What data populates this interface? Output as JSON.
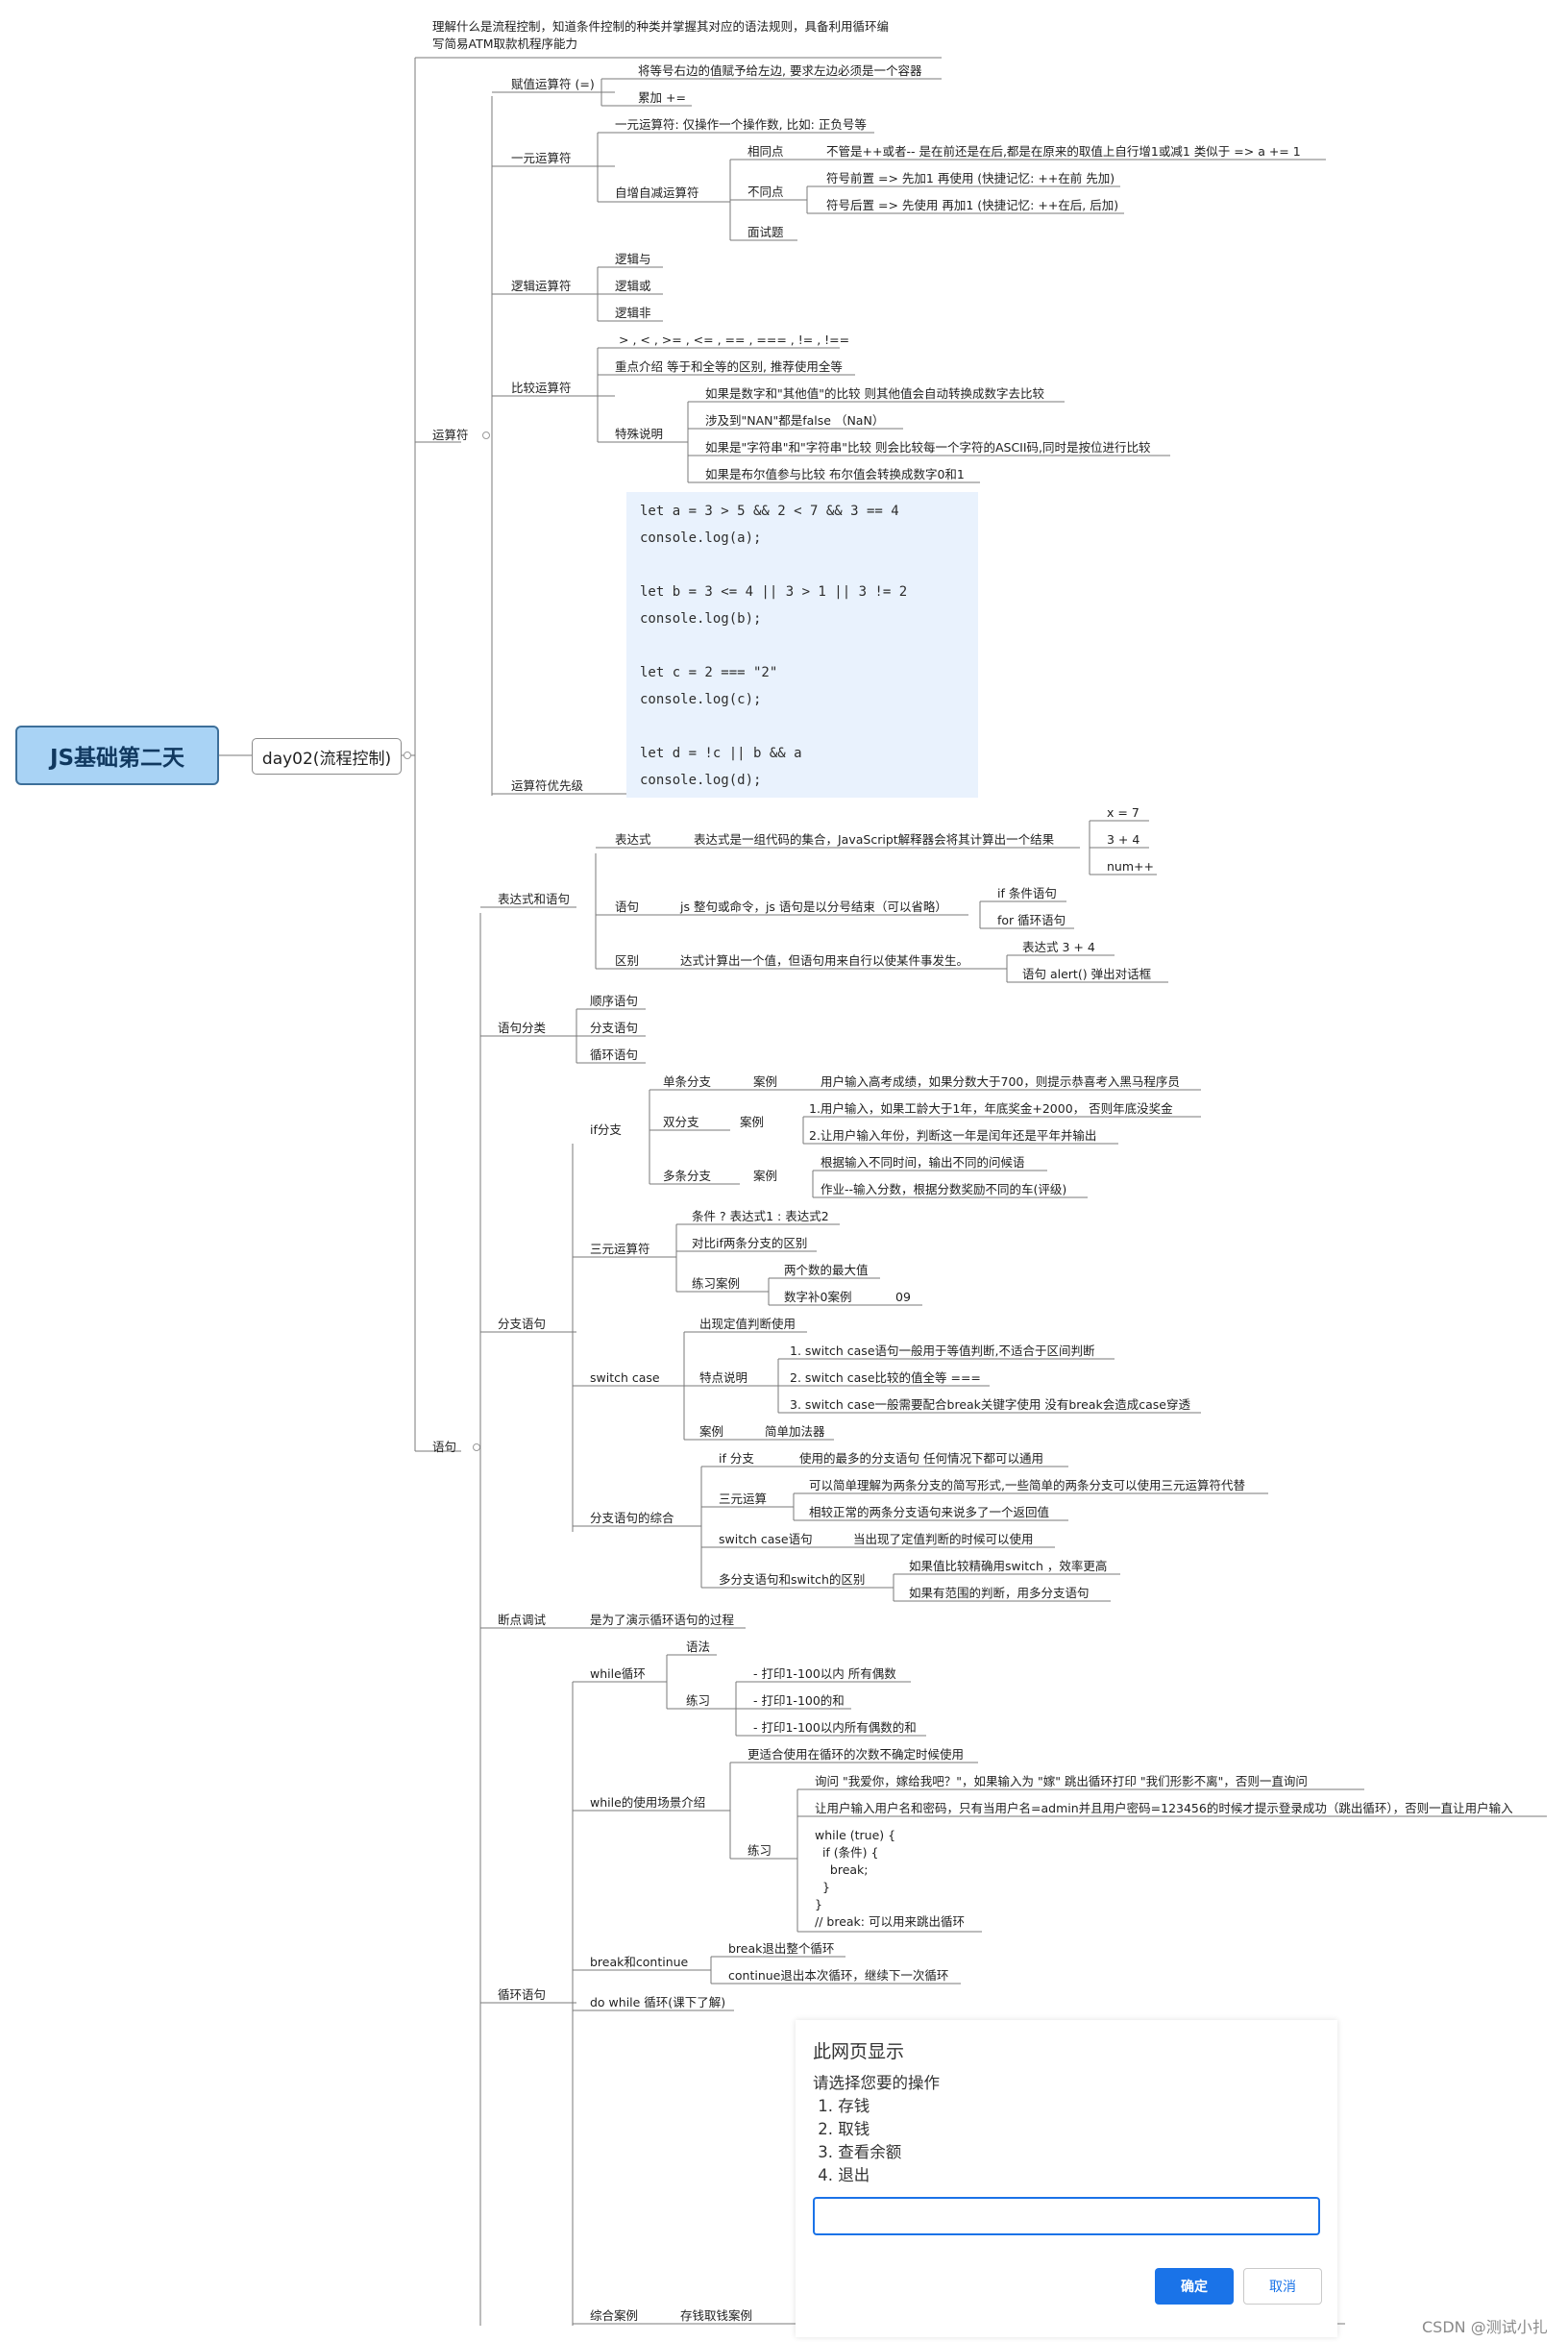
{
  "root_title": "JS基础第二天",
  "day_node": "day02(流程控制)",
  "goal": [
    "理解什么是流程控制，知道条件控制的种类并掌握其对应的语法规则，具备利用循环编",
    "写简易ATM取款机程序能力"
  ],
  "operators": {
    "label": "运算符",
    "assign": {
      "label": "赋值运算符 (=)",
      "items": [
        "将等号右边的值赋予给左边, 要求左边必须是一个容器",
        "累加 +="
      ]
    },
    "unary": {
      "label": "一元运算符",
      "desc": "一元运算符: 仅操作一个操作数, 比如: 正负号等",
      "incdec": "自增自减运算符",
      "same": "相同点",
      "same_desc": "不管是++或者-- 是在前还是在后,都是在原来的取值上自行增1或减1  类似于 => a += 1",
      "diff": "不同点",
      "prefix": "符号前置 => 先加1 再使用 (快捷记忆: ++在前 先加)",
      "suffix": "符号后置 => 先使用 再加1 (快捷记忆: ++在后, 后加)",
      "interview": "面试题"
    },
    "logical": {
      "label": "逻辑运算符",
      "items": [
        "逻辑与",
        "逻辑或",
        "逻辑非"
      ]
    },
    "compare": {
      "label": "比较运算符",
      "ops": "> , < , >= , <= , == , === , != , !==",
      "focus": "重点介绍 等于和全等的区别, 推荐使用全等",
      "special": "特殊说明",
      "special_items": [
        "如果是数字和\"其他值\"的比较 则其他值会自动转换成数字去比较",
        "涉及到\"NAN\"都是false （NaN）",
        "如果是\"字符串\"和\"字符串\"比较 则会比较每一个字符的ASCII码,同时是按位进行比较",
        "如果是布尔值参与比较 布尔值会转换成数字0和1"
      ]
    },
    "precedence": "运算符优先级",
    "code": "let a = 3 > 5 && 2 < 7 && 3 == 4\nconsole.log(a);\n\nlet b = 3 <= 4 || 3 > 1 || 3 != 2\nconsole.log(b);\n\nlet c = 2 === \"2\"\nconsole.log(c);\n\nlet d = !c || b && a\nconsole.log(d);"
  },
  "statements": {
    "label": "语句",
    "expr_stmt": {
      "label": "表达式和语句",
      "expr": "表达式",
      "expr_desc": "表达式是一组代码的集合，JavaScript解释器会将其计算出一个结果",
      "expr_items": [
        "x = 7",
        "3 + 4",
        "num++"
      ],
      "stmt": "语句",
      "stmt_desc": "js 整句或命令，js 语句是以分号结束（可以省略）",
      "stmt_items": [
        "if 条件语句",
        "for 循环语句"
      ],
      "diff": "区别",
      "diff_desc": "达式计算出一个值，但语句用来自行以使某件事发生。",
      "diff_items": [
        "表达式  3 + 4",
        "语句   alert()  弹出对话框"
      ]
    },
    "kinds": {
      "label": "语句分类",
      "items": [
        "顺序语句",
        "分支语句",
        "循环语句"
      ]
    },
    "branch": {
      "label": "分支语句",
      "if": "if分支",
      "single": "单条分支",
      "case": "案例",
      "single_case": "用户输入高考成绩，如果分数大于700，则提示恭喜考入黑马程序员",
      "double": "双分支",
      "double_items": [
        "1.用户输入，如果工龄大于1年，年底奖金+2000， 否则年底没奖金",
        "2.让用户输入年份，判断这一年是闰年还是平年并输出"
      ],
      "multi": "多条分支",
      "multi_items": [
        "根据输入不同时间，输出不同的问候语",
        "作业--输入分数，根据分数奖励不同的车(评级)"
      ],
      "ternary": "三元运算符",
      "ternary_items": [
        "条件 ? 表达式1 : 表达式2",
        "对比if两条分支的区别"
      ],
      "practice": "练习案例",
      "practice_items": [
        "两个数的最大值",
        "数字补0案例"
      ],
      "zero": "09",
      "switch": "switch case",
      "switch_use": "出现定值判断使用",
      "features": "特点说明",
      "switch_items": [
        "1. switch case语句一般用于等值判断,不适合于区间判断",
        "2. switch case比较的值全等 ===",
        "3. switch case一般需要配合break关键字使用 没有break会造成case穿透"
      ],
      "switch_case": "简单加法器",
      "summary": "分支语句的综合",
      "sum_if": "if 分支",
      "sum_if_desc": "使用的最多的分支语句  任何情况下都可以通用",
      "sum_ternary": "三元运算",
      "sum_ternary_items": [
        "可以简单理解为两条分支的简写形式,一些简单的两条分支可以使用三元运算符代替",
        "相较正常的两条分支语句来说多了一个返回值"
      ],
      "sum_switch": "switch case语句",
      "sum_switch_desc": "当出现了定值判断的时候可以使用",
      "sum_multi": "多分支语句和switch的区别",
      "sum_multi_items": [
        "如果值比较精确用switch  ，效率更高",
        "如果有范围的判断，用多分支语句"
      ]
    },
    "debug": {
      "label": "断点调试",
      "desc": "是为了演示循环语句的过程"
    },
    "loop": {
      "label": "循环语句",
      "while": "while循环",
      "syntax": "语法",
      "practice": "练习",
      "practice_items": [
        "- 打印1-100以内 所有偶数",
        "- 打印1-100的和",
        "- 打印1-100以内所有偶数的和"
      ],
      "scene": "while的使用场景介绍",
      "scene_desc": "更适合使用在循环的次数不确定时候使用",
      "scene_practice": "练习",
      "scene_items": [
        "询问 \"我爱你，嫁给我吧？\"，如果输入为 \"嫁\" 跳出循环打印 \"我们形影不离\"，否则一直询问",
        "让用户输入用户名和密码，只有当用户名=admin并且用户密码=123456的时候才提示登录成功（跳出循环），否则一直让用户输入"
      ],
      "snippet": "while (true) {\n  if (条件) {\n    break;\n  }\n}\n// break: 可以用来跳出循环",
      "breakcont": "break和continue",
      "break_items": [
        "break退出整个循环",
        "continue退出本次循环，继续下一次循环"
      ],
      "dowhile": "do while 循环(课下了解)",
      "combo": "综合案例",
      "atm": "存钱取钱案例"
    }
  },
  "dialog": {
    "title": "此网页显示",
    "message": "请选择您要的操作\n 1. 存钱\n 2. 取钱\n 3. 查看余额\n 4. 退出",
    "ok": "确定",
    "cancel": "取消"
  },
  "watermark": "CSDN @测试小扎"
}
